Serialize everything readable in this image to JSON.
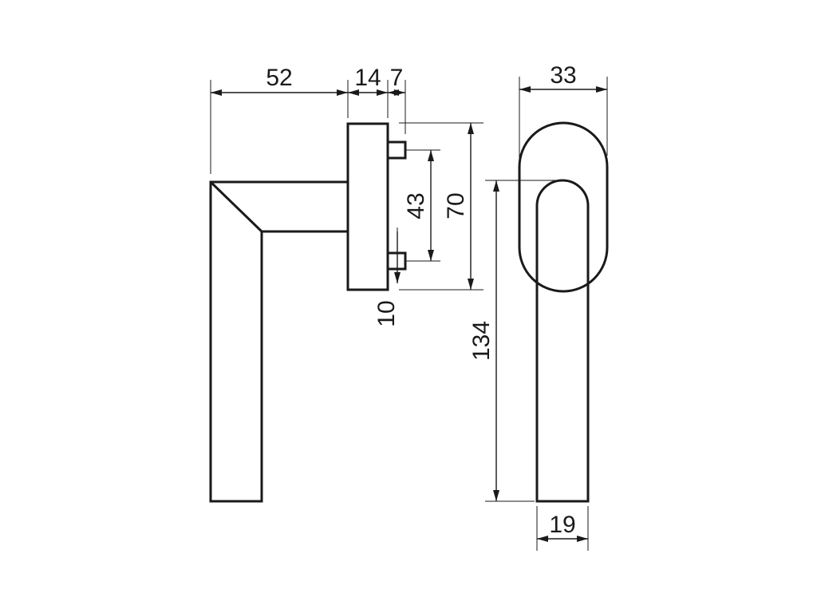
{
  "drawing": {
    "subject": "window handle",
    "dimensions": {
      "d52": "52",
      "d14": "14",
      "d7": "7",
      "d33": "33",
      "d43": "43",
      "d70": "70",
      "d10": "10",
      "d134": "134",
      "d19": "19"
    }
  }
}
